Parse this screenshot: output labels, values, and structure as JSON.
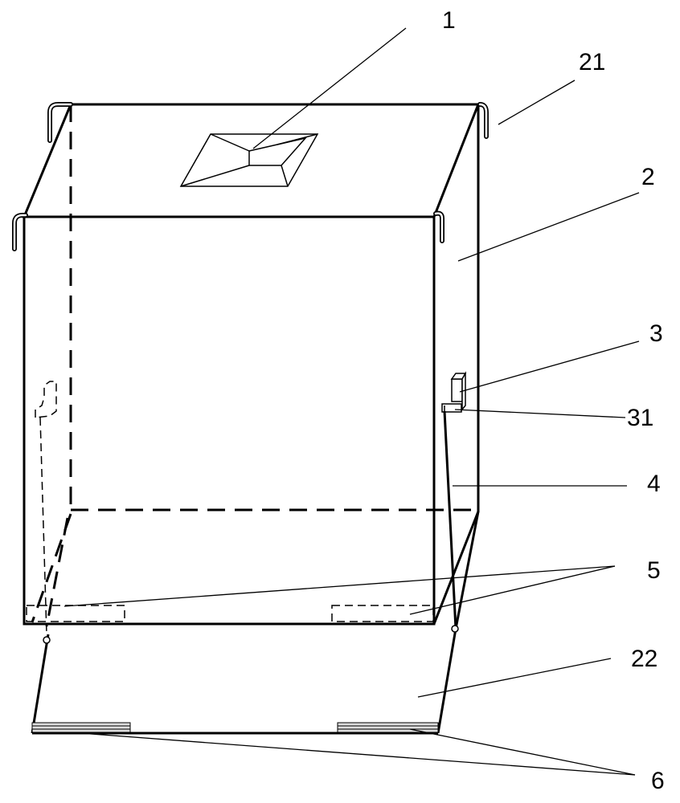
{
  "figure": {
    "labels": {
      "handle_window": "1",
      "lifting_loop": "21",
      "bag_body": "2",
      "buckle": "3",
      "buckle_hook": "31",
      "strap": "4",
      "inner_strip": "5",
      "bottom_flap": "22",
      "bottom_strip": "6"
    },
    "colors": {
      "line": "#000000",
      "background": "#ffffff",
      "loop": "#808080"
    }
  }
}
